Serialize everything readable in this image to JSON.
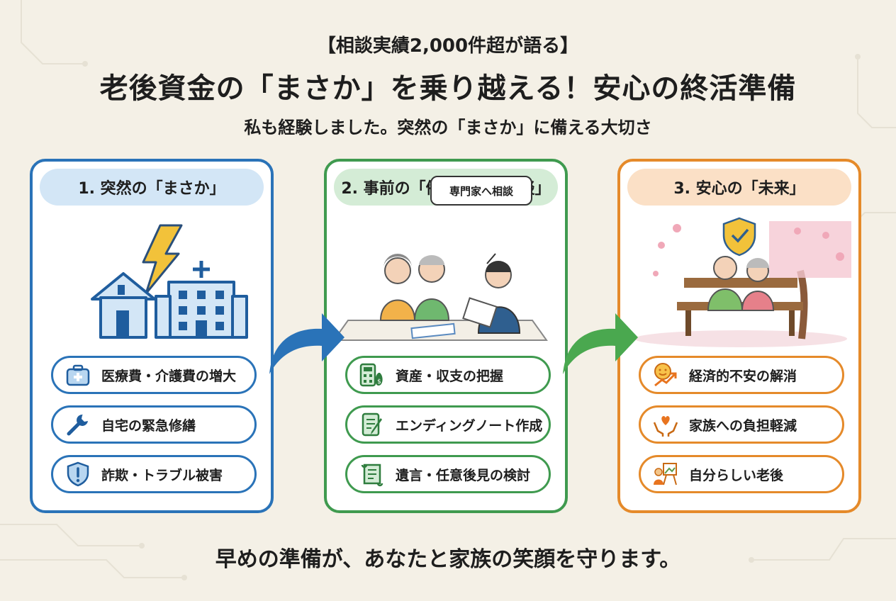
{
  "header": {
    "pretitle": "【相談実績2,000件超が語る】",
    "title": "老後資金の「まさか」を乗り越える！安心の終活準備",
    "subtitle": "私も経験しました。突然の「まさか」に備える大切さ"
  },
  "panels": [
    {
      "heading": "1. 突然の「まさか」",
      "accent": "#2a73b8",
      "items": [
        {
          "label": "医療費・介護費の増大",
          "icon": "first-aid-kit-icon"
        },
        {
          "label": "自宅の緊急修繕",
          "icon": "wrench-icon"
        },
        {
          "label": "詐欺・トラブル被害",
          "icon": "warning-shield-icon"
        }
      ]
    },
    {
      "heading": "2. 事前の「備え」と「相談」",
      "accent": "#3f9a4f",
      "speech_bubble": "専門家へ相談",
      "items": [
        {
          "label": "資産・収支の把握",
          "icon": "calculator-money-bag-icon"
        },
        {
          "label": "エンディングノート作成",
          "icon": "notebook-pen-icon"
        },
        {
          "label": "遺言・任意後見の検討",
          "icon": "scroll-document-icon"
        }
      ]
    },
    {
      "heading": "3. 安心の「未来」",
      "accent": "#e58a2a",
      "items": [
        {
          "label": "経済的不安の解消",
          "icon": "smile-trend-up-icon"
        },
        {
          "label": "家族への負担軽減",
          "icon": "hands-heart-icon"
        },
        {
          "label": "自分らしい老後",
          "icon": "painting-easel-icon"
        }
      ]
    }
  ],
  "footer": "早めの準備が、あなたと家族の笑顔を守ります。"
}
